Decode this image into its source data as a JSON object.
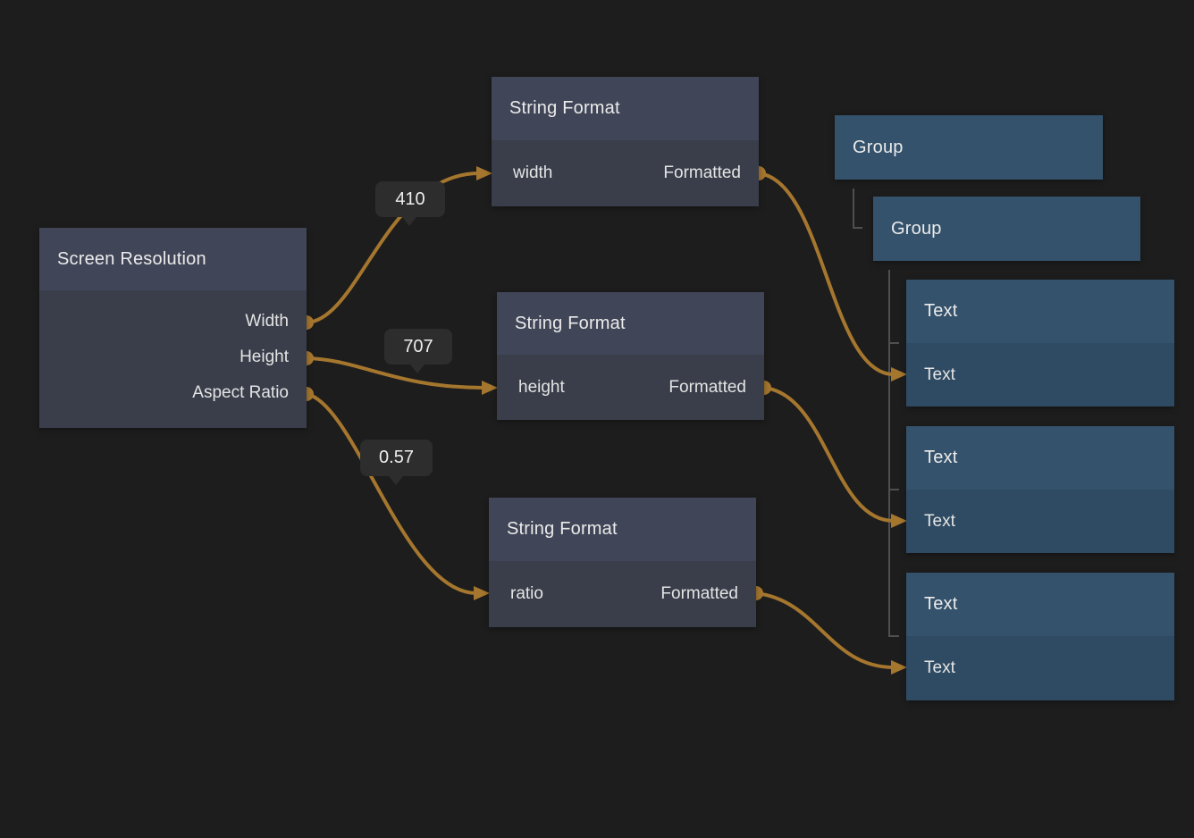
{
  "canvas": {
    "type_label": "node graph canvas"
  },
  "colors": {
    "background": "#1d1d1d",
    "wire": "#a5762e",
    "port": "#a5762e",
    "gray_node_header": "#404657",
    "gray_node_body": "#393e4a",
    "blue_node_header": "#34526b",
    "blue_node_body": "#2f4b63",
    "badge_background": "#2d2d2d",
    "tree_line": "#4f4f4f"
  },
  "nodes": {
    "screen_resolution": {
      "title": "Screen Resolution",
      "outputs": [
        "Width",
        "Height",
        "Aspect Ratio"
      ]
    },
    "string_format_width": {
      "title": "String Format",
      "input": "width",
      "output": "Formatted"
    },
    "string_format_height": {
      "title": "String Format",
      "input": "height",
      "output": "Formatted"
    },
    "string_format_ratio": {
      "title": "String Format",
      "input": "ratio",
      "output": "Formatted"
    },
    "group_outer": {
      "title": "Group"
    },
    "group_inner": {
      "title": "Group"
    },
    "text_width": {
      "title": "Text",
      "input": "Text"
    },
    "text_height": {
      "title": "Text",
      "input": "Text"
    },
    "text_ratio": {
      "title": "Text",
      "input": "Text"
    }
  },
  "wire_values": {
    "width": "410",
    "height": "707",
    "ratio": "0.57"
  }
}
